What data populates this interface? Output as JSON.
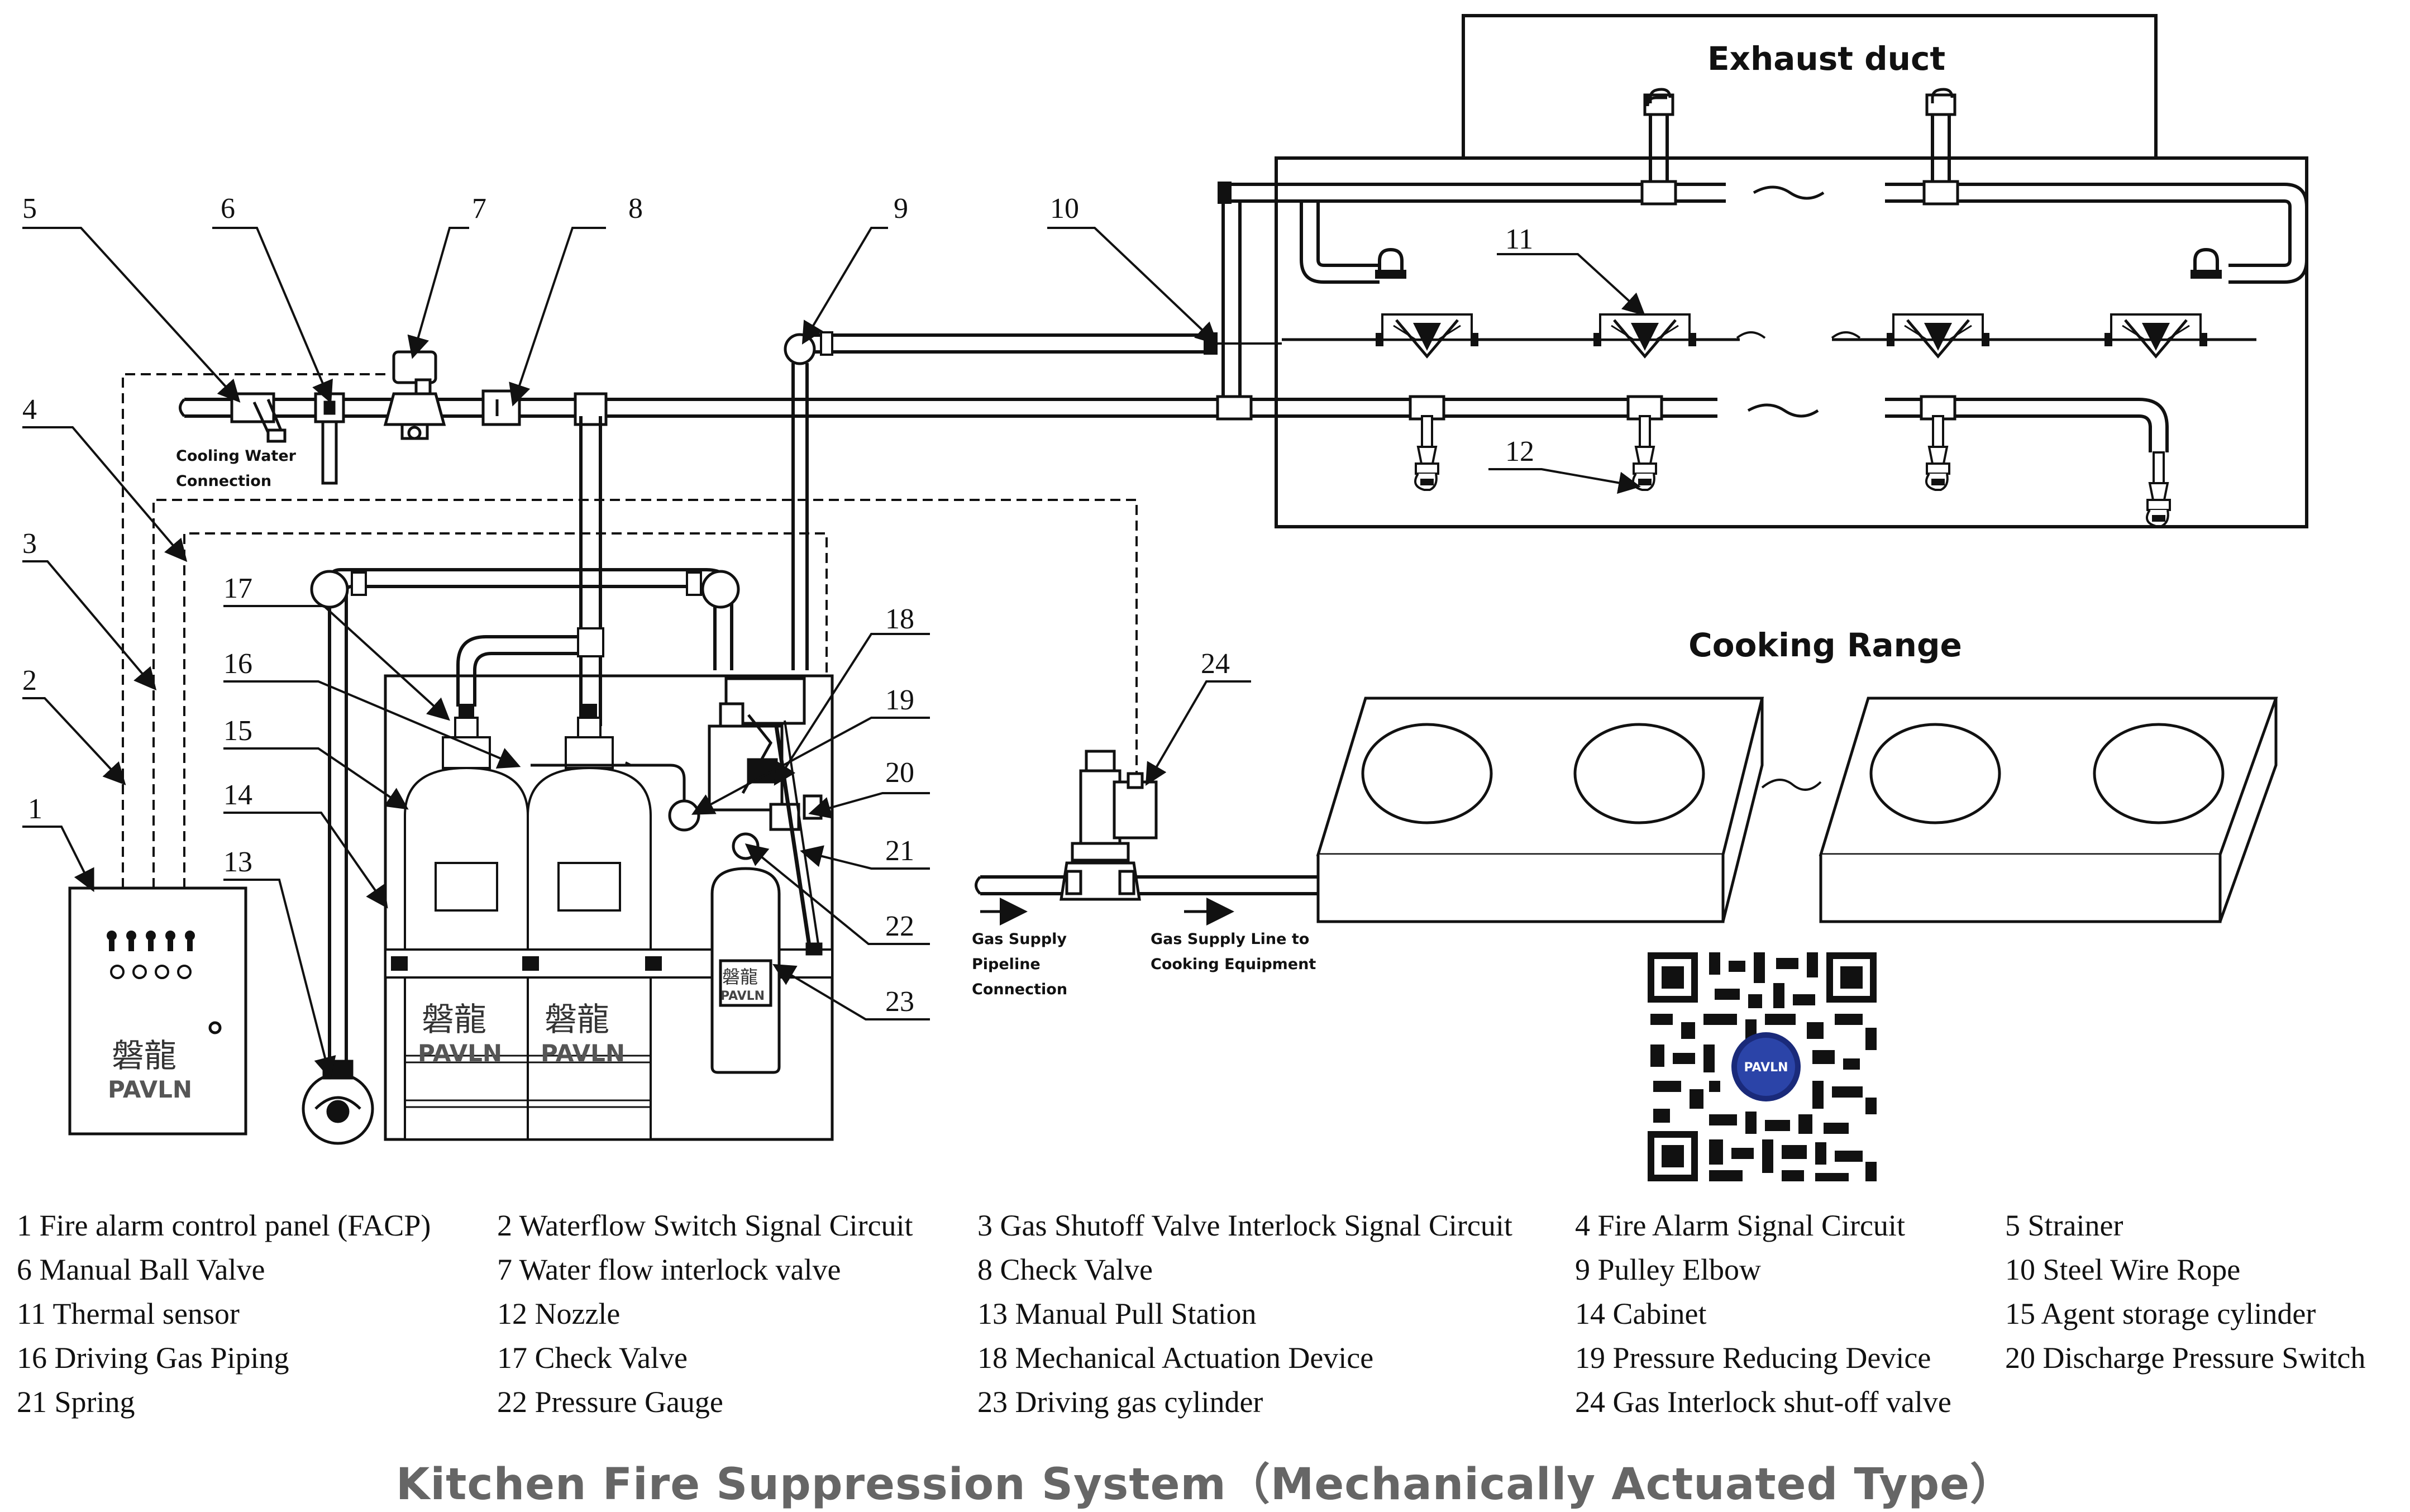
{
  "title": "Kitchen Fire Suppression System（Mechanically Actuated Type）",
  "areas": {
    "exhaust_duct": "Exhaust duct",
    "cooking_range": "Cooking Range"
  },
  "labels": {
    "cooling_water": [
      "Cooling Water",
      "Connection"
    ],
    "gas_supply_pipeline": [
      "Gas Supply",
      "Pipeline",
      "Connection"
    ],
    "gas_supply_line": [
      "Gas Supply Line to",
      "Cooking Equipment"
    ]
  },
  "brand": {
    "chinese": "磐龍",
    "english": "PAVLN"
  },
  "callouts": [
    "1",
    "2",
    "3",
    "4",
    "5",
    "6",
    "7",
    "8",
    "9",
    "10",
    "11",
    "12",
    "13",
    "14",
    "15",
    "16",
    "17",
    "18",
    "19",
    "20",
    "21",
    "22",
    "23",
    "24"
  ],
  "legend": [
    "1 Fire alarm control panel (FACP)",
    "2 Waterflow Switch Signal Circuit",
    "3 Gas Shutoff Valve Interlock Signal Circuit",
    "4 Fire Alarm Signal Circuit",
    "5 Strainer",
    "6 Manual Ball Valve",
    "7 Water flow interlock valve",
    "8 Check Valve",
    "9 Pulley Elbow",
    "10 Steel Wire Rope",
    "11 Thermal sensor",
    "12 Nozzle",
    "13 Manual Pull Station",
    "14 Cabinet",
    "15 Agent storage cylinder",
    "16 Driving Gas Piping",
    "17 Check Valve",
    "18 Mechanical Actuation Device",
    "19 Pressure Reducing Device",
    "20 Discharge Pressure Switch",
    "21 Spring",
    "22 Pressure Gauge",
    "23 Driving gas cylinder",
    "24 Gas Interlock shut-off valve"
  ]
}
